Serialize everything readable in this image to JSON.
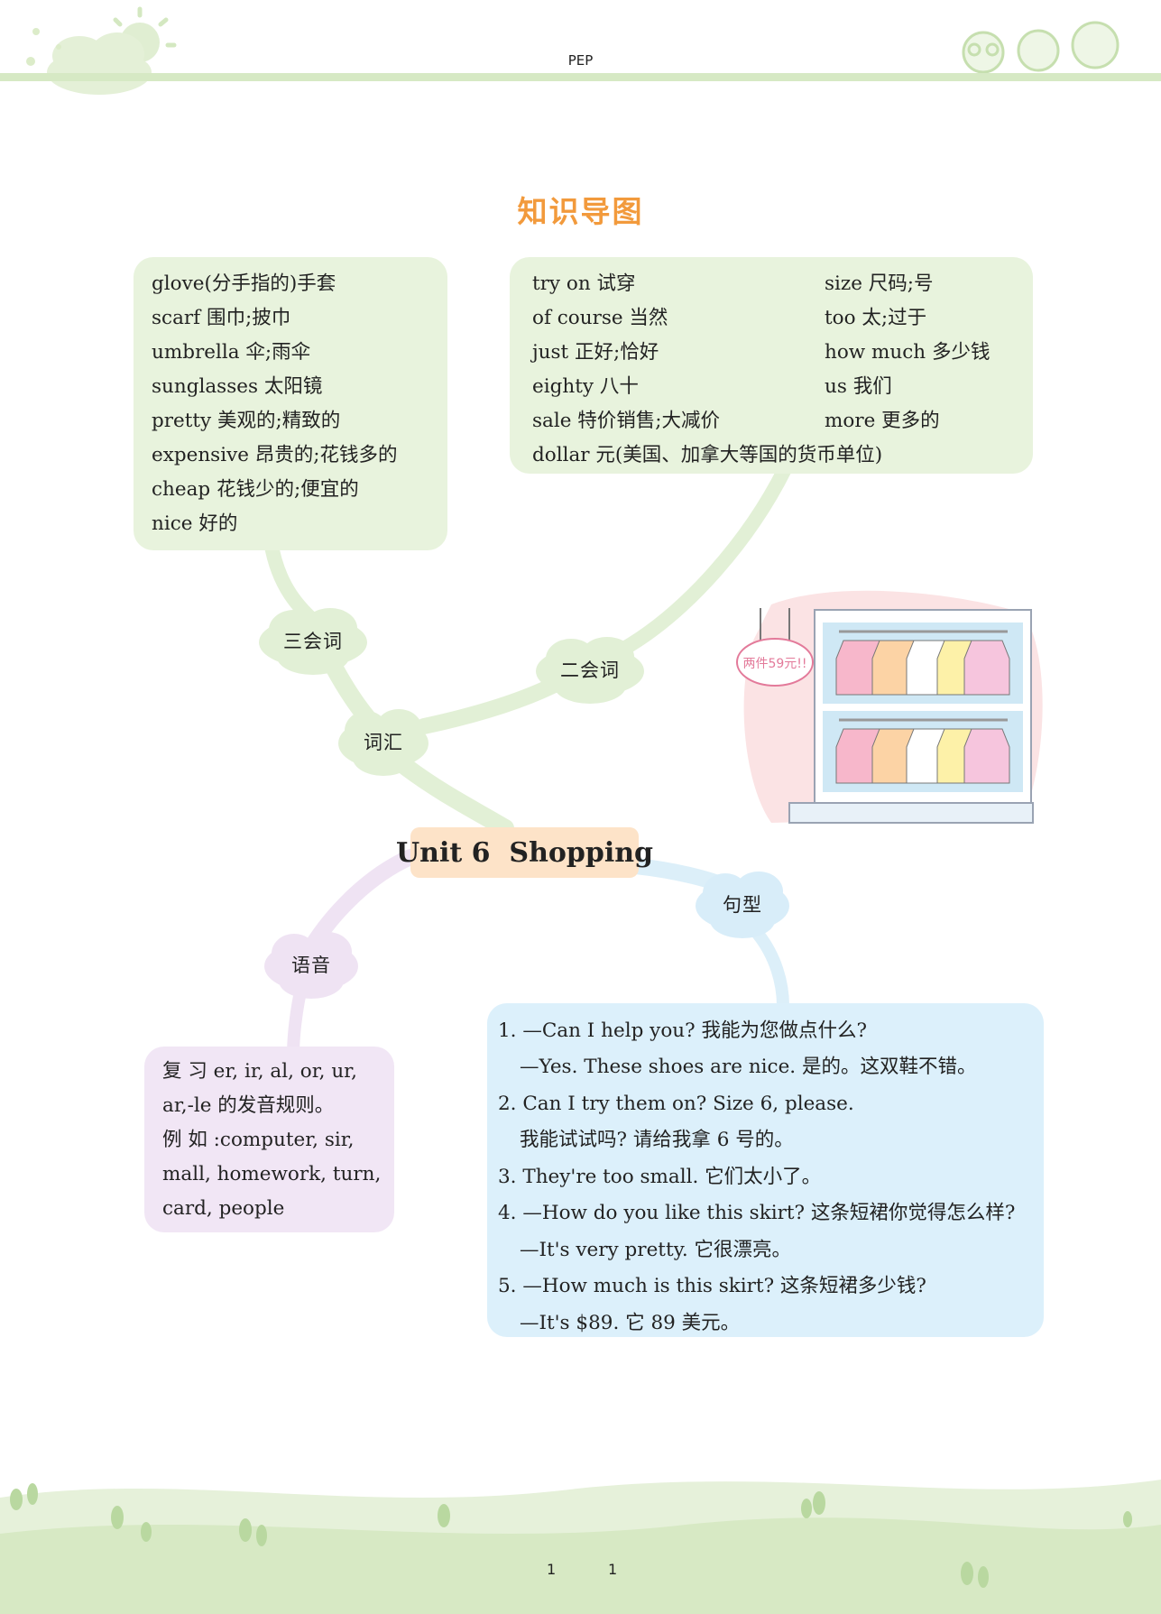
{
  "header": {
    "label": "PEP"
  },
  "page_title": "知识导图",
  "unit_title": "Unit 6  Shopping",
  "branches": {
    "vocab": "词汇",
    "sanhui": "三会词",
    "erhui": "二会词",
    "sentences": "句型",
    "phonics": "语音"
  },
  "sanhui_words": [
    "glove(分手指的)手套",
    "scarf 围巾;披巾",
    "umbrella 伞;雨伞",
    "sunglasses 太阳镜",
    "pretty 美观的;精致的",
    "expensive 昂贵的;花钱多的",
    "cheap 花钱少的;便宜的",
    "nice 好的"
  ],
  "erhui_words": {
    "left": [
      "try on 试穿",
      "of course 当然",
      "just 正好;恰好",
      "eighty 八十",
      "sale 特价销售;大减价"
    ],
    "right": [
      "size 尺码;号",
      "too 太;过于",
      "how much 多少钱",
      "us 我们",
      "more 更多的"
    ],
    "last": "dollar 元(美国、加拿大等国的货币单位)"
  },
  "phonics_lines": [
    "复 习 er, ir, al, or, ur,",
    "ar,-le 的发音规则。",
    "例 如 :computer, sir,",
    "mall, homework, turn,",
    "card, people"
  ],
  "sentence_lines": [
    "1. —Can I help you? 我能为您做点什么?",
    "—Yes. These shoes are nice. 是的。这双鞋不错。",
    "2. Can I try them on? Size 6, please.",
    "我能试试吗? 请给我拿 6 号的。",
    "3. They're too small. 它们太小了。",
    "4. —How do you like this skirt? 这条短裙你觉得怎么样?",
    "—It's very pretty. 它很漂亮。",
    "5. —How much is this skirt? 这条短裙多少钱?",
    "—It's $89. 它 89 美元。"
  ],
  "store_sign": "两件59元!!",
  "footer": {
    "left_num": "1",
    "right_num": "1"
  },
  "colors": {
    "green_box": "#e8f3dd",
    "blue_box": "#dcf0fb",
    "purple_box": "#f1e6f5",
    "title_orange": "#f29a3c",
    "unit_bg": "#fde3c8"
  }
}
